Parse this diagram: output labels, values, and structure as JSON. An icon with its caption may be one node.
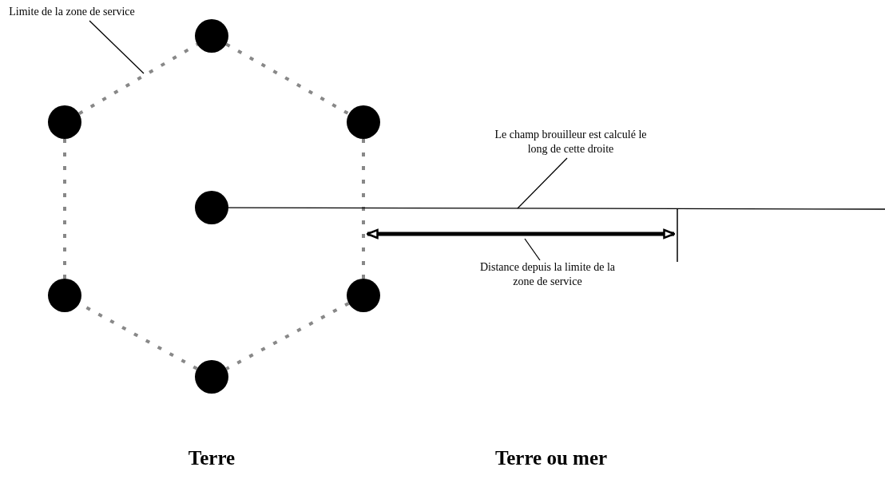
{
  "diagram": {
    "nodes": [
      {
        "text": [
          "Limite de la zone de service"
        ]
      },
      {
        "text": [],
        "shape": "circle"
      },
      {
        "text": [],
        "shape": "circle"
      },
      {
        "text": [],
        "shape": "circle"
      },
      {
        "text": [
          "Le champ brouilleur est calculé le long de cette droite"
        ]
      },
      {
        "text": [],
        "shape": "circle"
      },
      {
        "text": [
          "Distance depuis la limite de la zone de service"
        ]
      },
      {
        "text": [],
        "shape": "circle"
      },
      {
        "text": [],
        "shape": "circle"
      },
      {
        "text": [],
        "shape": "circle"
      }
    ],
    "edges": [
      {
        "from": 2,
        "to": 1,
        "arrow": "none",
        "style": "dashed",
        "color": "#888888"
      },
      {
        "from": 1,
        "to": 3,
        "arrow": "none",
        "style": "dashed",
        "color": "#888888"
      },
      {
        "from": 3,
        "to": 8,
        "arrow": "none",
        "style": "dashed",
        "color": "#888888"
      },
      {
        "from": 8,
        "to": 9,
        "arrow": "none",
        "style": "dashed",
        "color": "#888888"
      },
      {
        "from": 9,
        "to": 7,
        "arrow": "none",
        "style": "dashed",
        "color": "#888888"
      },
      {
        "from": 7,
        "to": 2,
        "arrow": "none",
        "style": "dashed",
        "color": "#888888"
      },
      {
        "from": 5,
        "to": null,
        "arrow": "none",
        "color": "#000000"
      },
      {
        "from": 0,
        "to": null,
        "arrow": "none",
        "color": "#000000"
      },
      {
        "from": 4,
        "to": null,
        "arrow": "none",
        "color": "#000000"
      },
      {
        "from": 6,
        "to": null,
        "arrow": "none",
        "color": "#000000"
      }
    ],
    "labels": [
      "Terre",
      "Terre ou mer"
    ]
  }
}
